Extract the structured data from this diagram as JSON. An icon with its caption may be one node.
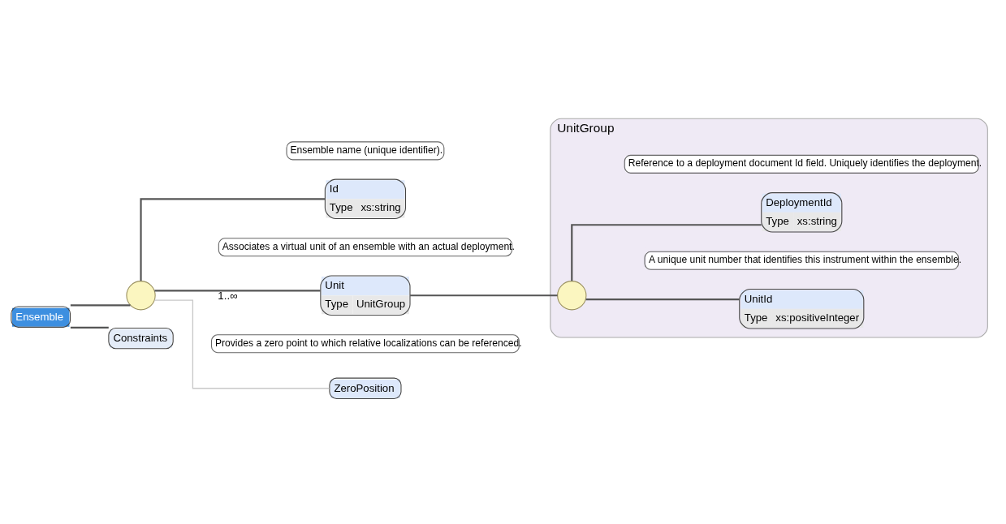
{
  "diagram": {
    "nodes": [
      {
        "text": [
          "Ensemble"
        ]
      },
      {
        "text": [],
        "shape": "circle"
      },
      {
        "text": [
          "Id",
          "Type",
          "xs:string"
        ],
        "beside": [
          "Ensemble name (unique identifier)."
        ]
      },
      {
        "text": [
          "Unit",
          "Type",
          "UnitGroup"
        ],
        "beside": [
          "Associates a virtual unit of an ensemble with an actual deployment."
        ]
      },
      {
        "text": [
          "UnitGroup"
        ]
      },
      {
        "text": [],
        "shape": "circle",
        "in": 4
      },
      {
        "text": [
          "UnitId",
          "Type",
          "xs:positiveInteger"
        ],
        "beside": [
          "A unique unit number that identifies this instrument within the ensemble."
        ],
        "in": 4
      },
      {
        "text": [
          "DeploymentId",
          "Type",
          "xs:string"
        ],
        "beside": [
          "Reference to a deployment document Id field. Uniquely identifies the deployment."
        ],
        "in": 4
      },
      {
        "text": [
          "ZeroPosition"
        ],
        "beside": [
          "Provides a zero point to which relative localizations can be referenced."
        ]
      },
      {
        "text": [
          "Constraints"
        ]
      }
    ],
    "edges": [
      {
        "from": 0,
        "to": 1,
        "arrow": "none"
      },
      {
        "from": 1,
        "to": 2,
        "arrow": "none"
      },
      {
        "from": 1,
        "to": 3,
        "arrow": "none",
        "label": "1..∞"
      },
      {
        "from": 3,
        "to": 5,
        "arrow": "none"
      },
      {
        "from": 5,
        "to": 6,
        "arrow": "none"
      },
      {
        "from": 5,
        "to": 7,
        "arrow": "none"
      },
      {
        "from": 1,
        "to": 8,
        "arrow": "none",
        "color": "#c8c8c8"
      },
      {
        "from": 0,
        "to": 9,
        "arrow": "none"
      }
    ]
  }
}
